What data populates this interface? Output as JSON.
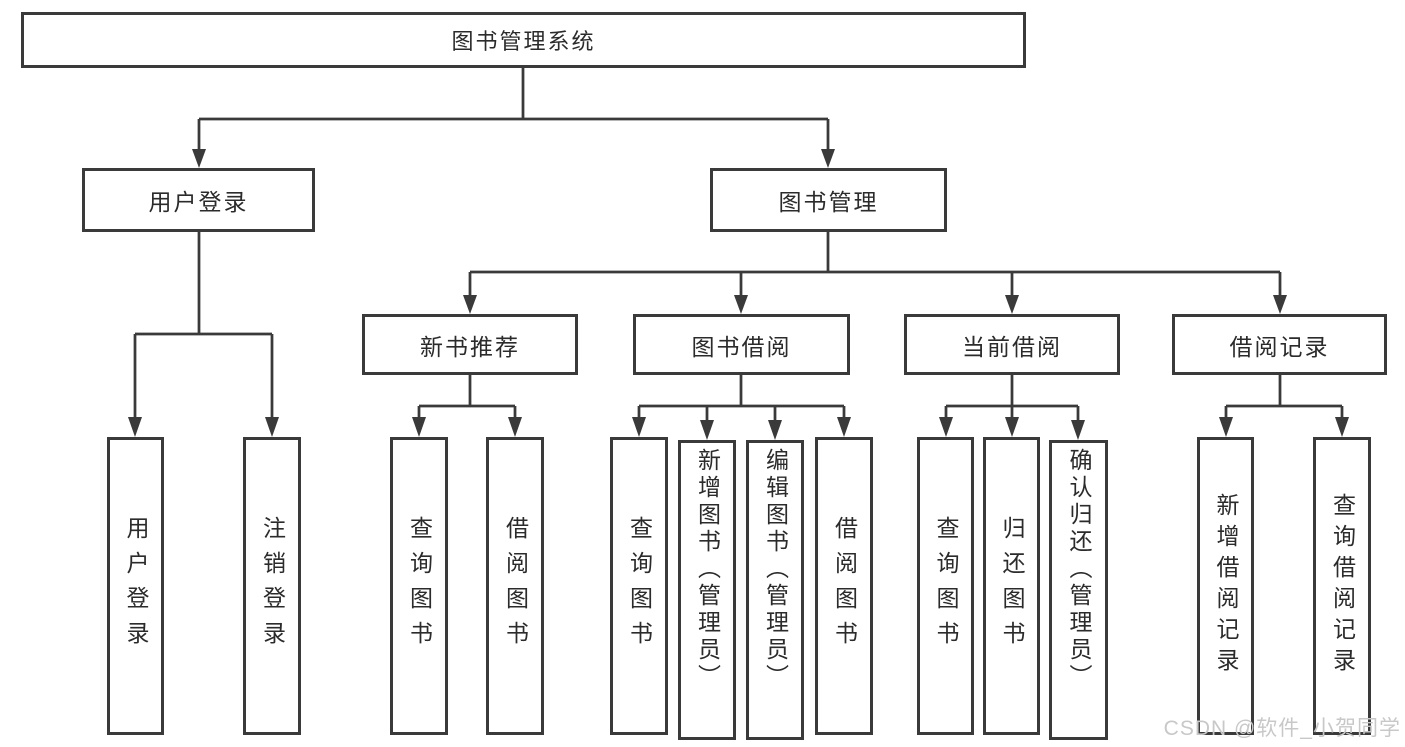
{
  "root": {
    "label": "图书管理系统"
  },
  "branches": [
    {
      "label": "用户登录",
      "children": [
        {
          "label": "用户登录"
        },
        {
          "label": "注销登录"
        }
      ]
    },
    {
      "label": "图书管理",
      "children": [
        {
          "label": "新书推荐",
          "children": [
            {
              "label": "查询图书"
            },
            {
              "label": "借阅图书"
            }
          ]
        },
        {
          "label": "图书借阅",
          "children": [
            {
              "label": "查询图书"
            },
            {
              "label": "新增图书（管理员）"
            },
            {
              "label": "编辑图书（管理员）"
            },
            {
              "label": "借阅图书"
            }
          ]
        },
        {
          "label": "当前借阅",
          "children": [
            {
              "label": "查询图书"
            },
            {
              "label": "归还图书"
            },
            {
              "label": "确认归还（管理员）"
            }
          ]
        },
        {
          "label": "借阅记录",
          "children": [
            {
              "label": "新增借阅记录"
            },
            {
              "label": "查询借阅记录"
            }
          ]
        }
      ]
    }
  ],
  "watermark": "CSDN @软件_小贺同学",
  "colors": {
    "line": "#3a3a3a",
    "text": "#2b2b2b",
    "watermark": "#c8c8c8",
    "background": "#ffffff"
  }
}
